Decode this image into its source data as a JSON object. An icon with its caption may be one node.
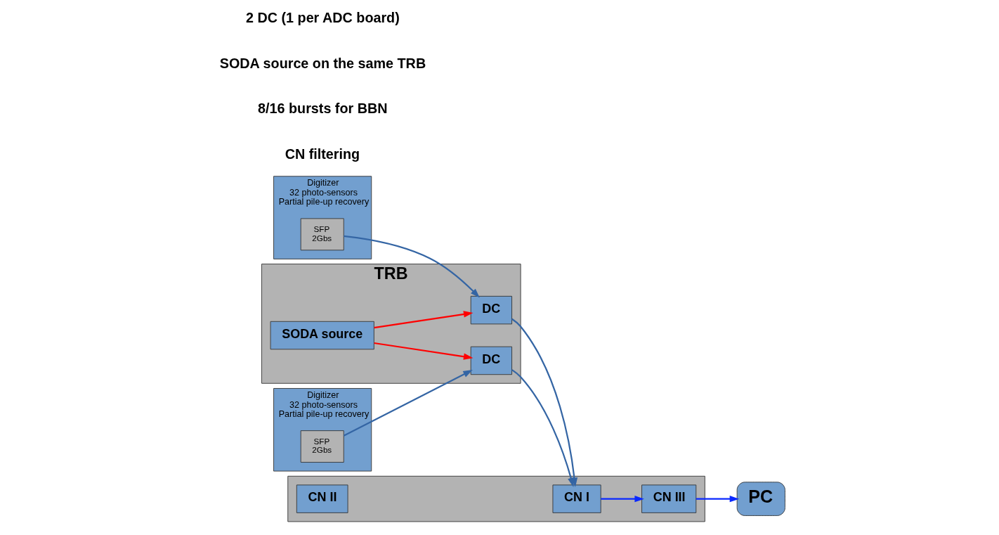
{
  "diagram": {
    "nodes": [
      {
        "text": [
          "Digitizer",
          "32 photo-sensors",
          "Partial pile-up recovery"
        ]
      },
      {
        "text": [
          "SFP",
          "2Gbs"
        ],
        "in": 0
      },
      {
        "text": [
          "Digitizer",
          "32 photo-sensors",
          "Partial pile-up recovery"
        ]
      },
      {
        "text": [
          "SFP",
          "2Gbs"
        ],
        "in": 2
      },
      {
        "text": [
          "TRB"
        ]
      },
      {
        "text": [
          "DC"
        ],
        "in": 4
      },
      {
        "text": [
          "DC"
        ],
        "in": 4
      },
      {
        "text": [
          "SODA source"
        ],
        "in": 4
      },
      {
        "text": [],
        "shape": "box"
      },
      {
        "text": [
          "CN I"
        ],
        "in": 8
      },
      {
        "text": [
          "CN III"
        ],
        "in": 8
      },
      {
        "text": [
          "CN II"
        ],
        "in": 8
      },
      {
        "text": [
          "PC"
        ]
      }
    ],
    "edges": [
      {
        "from": 1,
        "to": 5,
        "arrow": "to"
      },
      {
        "from": 3,
        "to": 6,
        "arrow": "to"
      },
      {
        "from": 5,
        "to": 9,
        "arrow": "to"
      },
      {
        "from": 6,
        "to": 9,
        "arrow": "to"
      },
      {
        "from": 7,
        "to": 6,
        "arrow": "to",
        "color": "#ff0000"
      },
      {
        "from": 7,
        "to": 5,
        "arrow": "to",
        "color": "#ff0000"
      },
      {
        "from": 9,
        "to": 10,
        "arrow": "to",
        "color": "#0a28ff"
      },
      {
        "from": 10,
        "to": 12,
        "arrow": "to",
        "color": "#0a28ff"
      }
    ],
    "labels": [
      "2 DC (1 per ADC board)",
      "SODA source on the same TRB",
      "8/16 bursts for BBN",
      "CN filtering"
    ]
  }
}
